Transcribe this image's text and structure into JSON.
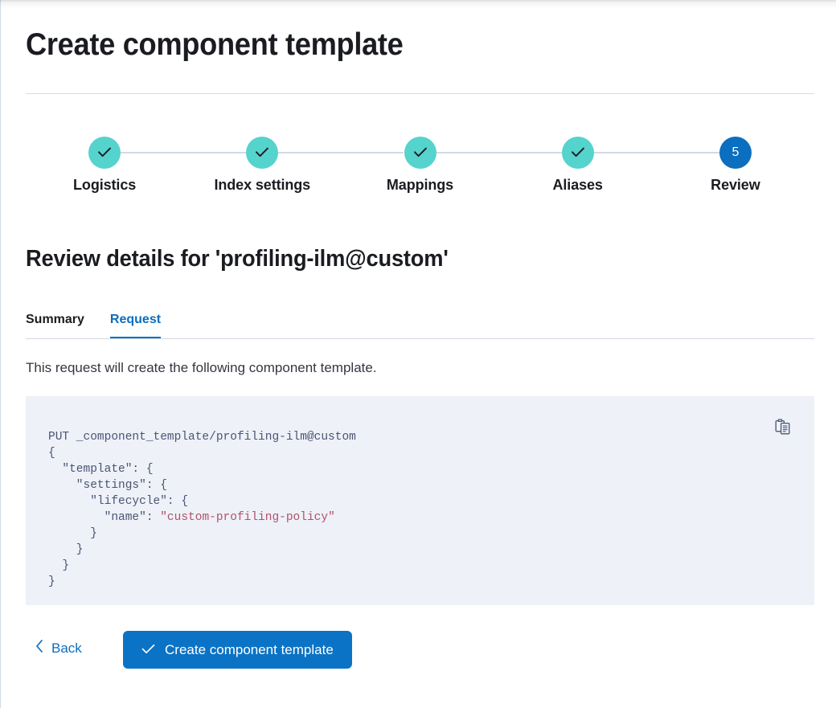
{
  "page": {
    "title": "Create component template",
    "section_title": "Review details for 'profiling-ilm@custom'",
    "description": "This request will create the following component template."
  },
  "stepper": {
    "steps": [
      {
        "label": "Logistics",
        "state": "done",
        "marker": "check-icon"
      },
      {
        "label": "Index settings",
        "state": "done",
        "marker": "check-icon"
      },
      {
        "label": "Mappings",
        "state": "done",
        "marker": "check-icon"
      },
      {
        "label": "Aliases",
        "state": "done",
        "marker": "check-icon"
      },
      {
        "label": "Review",
        "state": "current",
        "marker": "5"
      }
    ],
    "current_step_number": "5",
    "done_color": "#55d3cd",
    "current_color": "#0b6ebe",
    "connector_color": "#d3dae6"
  },
  "tabs": {
    "items": [
      {
        "label": "Summary",
        "active": false
      },
      {
        "label": "Request",
        "active": true
      }
    ],
    "active_color": "#0b6ebe",
    "underline_color": "#0071c2"
  },
  "code": {
    "copy_icon": "clipboard-copy-icon",
    "background": "#eef1f8",
    "text_color": "#4a5573",
    "string_color": "#b0526a",
    "request_method": "PUT",
    "request_path": "_component_template/profiling-ilm@custom",
    "lines": [
      {
        "segments": [
          {
            "t": "PUT _component_template/profiling-ilm@custom",
            "c": "tok-plain"
          }
        ]
      },
      {
        "segments": [
          {
            "t": "{",
            "c": "tok-plain"
          }
        ]
      },
      {
        "segments": [
          {
            "t": "  \"template\": {",
            "c": "tok-plain"
          }
        ]
      },
      {
        "segments": [
          {
            "t": "    \"settings\": {",
            "c": "tok-plain"
          }
        ]
      },
      {
        "segments": [
          {
            "t": "      \"lifecycle\": {",
            "c": "tok-plain"
          }
        ]
      },
      {
        "segments": [
          {
            "t": "        \"name\": ",
            "c": "tok-key"
          },
          {
            "t": "\"custom-profiling-policy\"",
            "c": "tok-str"
          }
        ]
      },
      {
        "segments": [
          {
            "t": "      }",
            "c": "tok-plain"
          }
        ]
      },
      {
        "segments": [
          {
            "t": "    }",
            "c": "tok-plain"
          }
        ]
      },
      {
        "segments": [
          {
            "t": "  }",
            "c": "tok-plain"
          }
        ]
      },
      {
        "segments": [
          {
            "t": "}",
            "c": "tok-plain"
          }
        ]
      }
    ]
  },
  "actions": {
    "back_label": "Back",
    "back_icon": "chevron-left-icon",
    "submit_label": "Create component template",
    "submit_icon": "check-icon",
    "submit_color": "#0b73c5"
  }
}
